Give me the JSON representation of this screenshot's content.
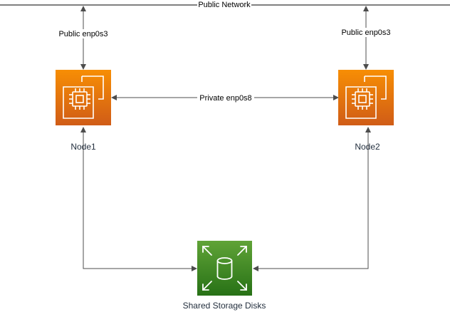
{
  "network": {
    "public_label": "Public Network",
    "private_label": "Private enp0s8"
  },
  "nodes": [
    {
      "label": "Node1",
      "iface_label": "Public enp0s3",
      "icon": "ec2-instance-icon"
    },
    {
      "label": "Node2",
      "iface_label": "Public enp0s3",
      "icon": "ec2-instance-icon"
    }
  ],
  "storage": {
    "label": "Shared Storage Disks",
    "icon": "elastic-block-store-icon"
  },
  "colors": {
    "compute_top": "#f78e04",
    "compute_bottom": "#d05c17",
    "storage_top": "#60a337",
    "storage_bottom": "#277116",
    "line": "#4d4d4d"
  }
}
